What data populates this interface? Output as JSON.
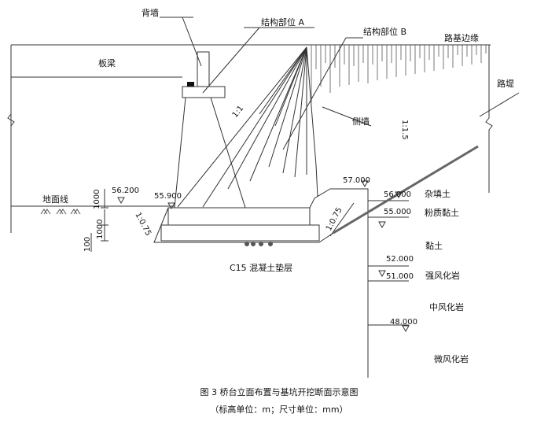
{
  "labels": {
    "back_wall": "背墙",
    "structure_a": "结构部位 A",
    "structure_b": "结构部位 B",
    "roadbed_edge": "路基边缘",
    "slab_beam": "板梁",
    "embankment": "路堤",
    "side_wall": "侧墙",
    "ground_line": "地面线",
    "slope_1_1": "1:1",
    "slope_1_15": "1:1.5",
    "slope_1_075_left": "1:0.75",
    "slope_1_075_right": "1:0.75",
    "cushion": "C15 混凝土垫层"
  },
  "elevations": {
    "e56_200": "56.200",
    "e55_900": "55.900",
    "e57_000": "57.000",
    "e56_000": "56.000",
    "e55_000": "55.000",
    "e52_000": "52.000",
    "e51_000": "51.000",
    "e48_000": "48.000"
  },
  "dimensions": {
    "d1000a": "1000",
    "d1000b": "1000",
    "d100": "100"
  },
  "strata": {
    "fill": "杂填土",
    "silty_clay": "粉质黏土",
    "clay": "黏土",
    "strong_weathered": "强风化岩",
    "medium_weathered": "中风化岩",
    "slight_weathered": "微风化岩"
  },
  "caption": {
    "title": "图 3 桥台立面布置与基坑开挖断面示意图",
    "subtitle": "（标高单位：m；尺寸单位：mm）"
  }
}
